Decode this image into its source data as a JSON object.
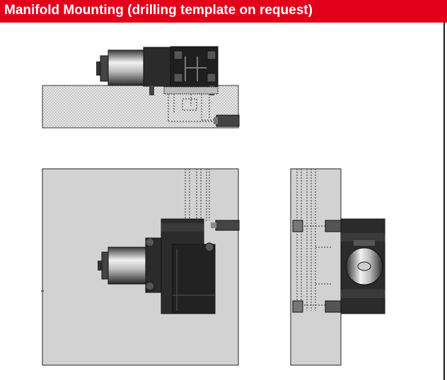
{
  "header": {
    "title": "Manifold Mounting (drilling template on request)"
  },
  "colors": {
    "brand_red": "#e2001a",
    "manifold_gray": "#d2d2d2",
    "pump_body": "#2b2b2b",
    "outline": "#111111"
  },
  "figure": {
    "views": [
      "side-view",
      "top-view",
      "end-view"
    ]
  }
}
